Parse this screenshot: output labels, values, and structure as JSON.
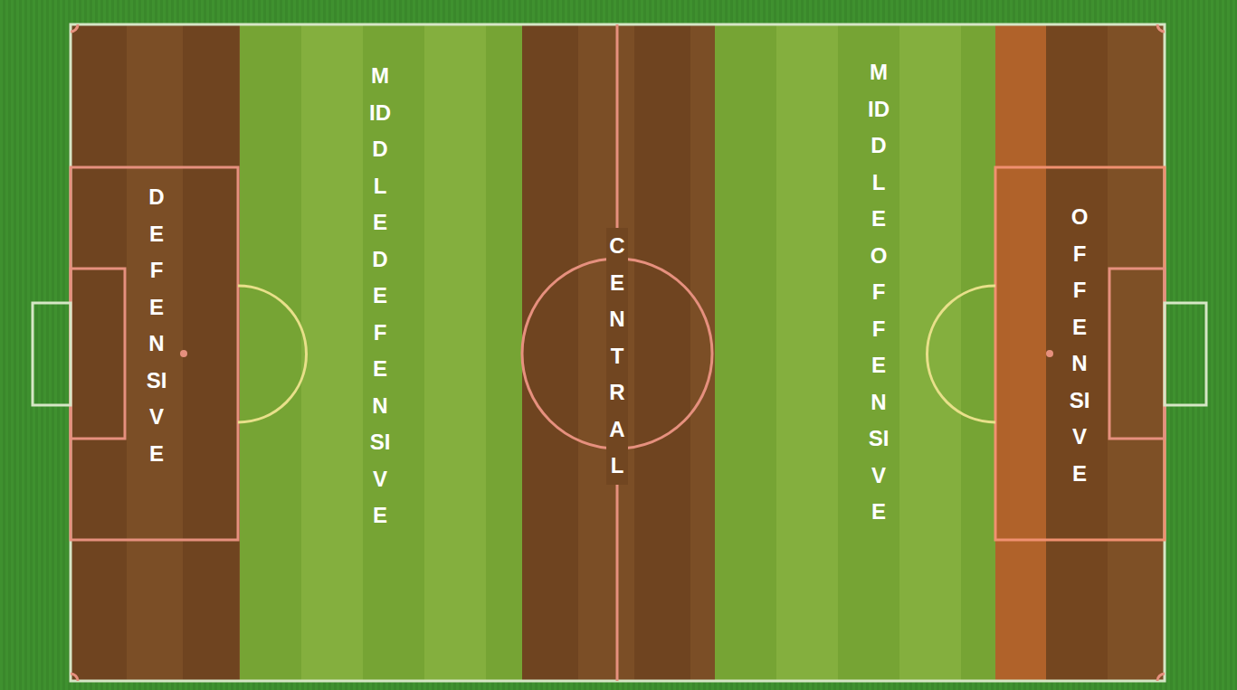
{
  "diagram": {
    "nodes": [
      {
        "text": [
          "DEFENSIVE"
        ]
      },
      {
        "text": [
          "MIDDLE DEFENSIVE"
        ]
      },
      {
        "text": [
          "CENTRAL"
        ]
      },
      {
        "text": [
          "MIDDLE OFFENSIVE"
        ]
      },
      {
        "text": [
          "OFFENSIVE"
        ]
      }
    ]
  }
}
